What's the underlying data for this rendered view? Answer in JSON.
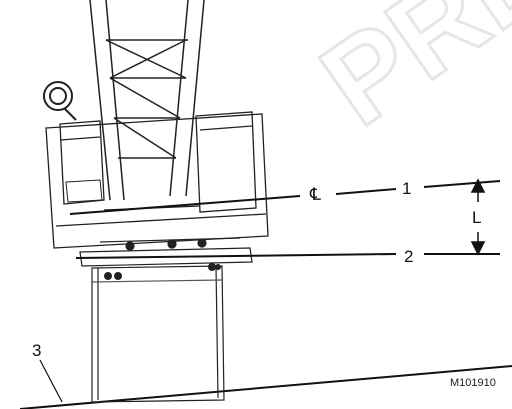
{
  "watermark": "PREVIEW",
  "labels": {
    "centerline_symbol": "℄",
    "line1": "1",
    "line2": "2",
    "ground": "3",
    "dimension": "L",
    "figure_id": "M101910"
  }
}
